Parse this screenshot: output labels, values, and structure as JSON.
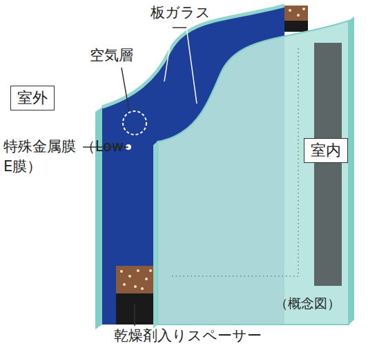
{
  "diagram": {
    "nodes": [
      {
        "text": [
          "室外"
        ]
      },
      {
        "text": [
          "室内"
        ]
      }
    ],
    "labels": [
      "板ガラス",
      "空気層",
      "特殊金属膜 （Low-E膜）",
      "（概念図）",
      "乾燥剤入りスペーサー"
    ]
  }
}
